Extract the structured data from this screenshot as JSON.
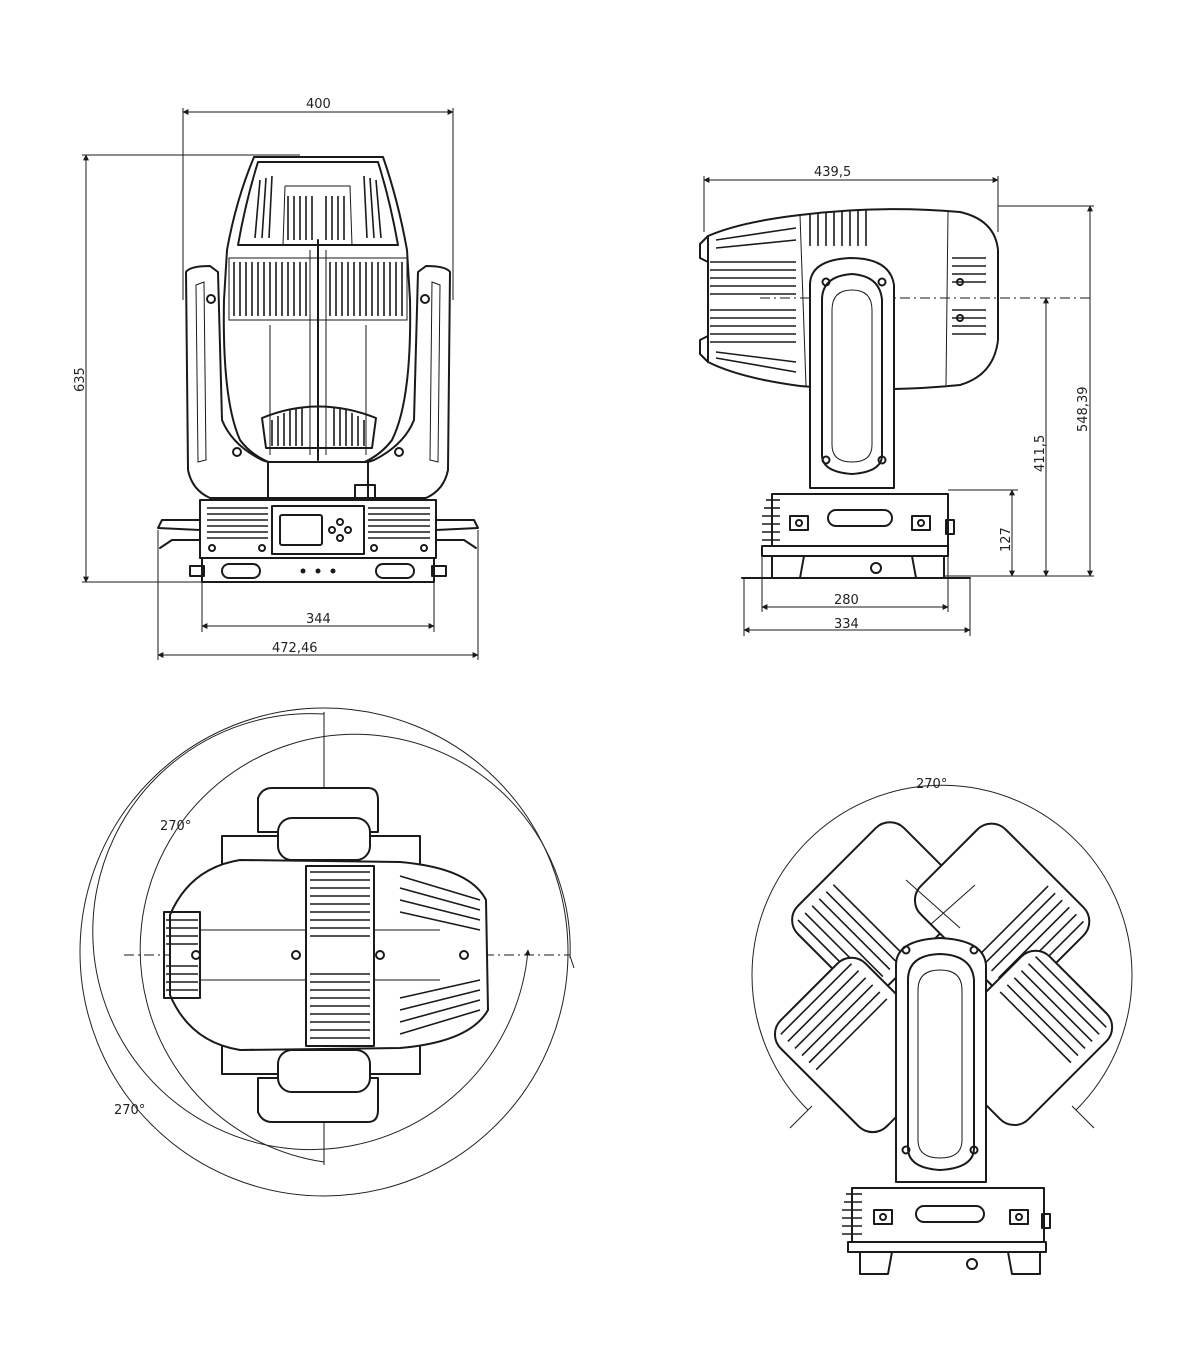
{
  "dimensions": {
    "front": {
      "overall_width": "400",
      "overall_height": "635",
      "base_width": "344",
      "handle_width": "472,46"
    },
    "side": {
      "head_depth": "439,5",
      "tilt_axis_height": "548,39",
      "yoke_height": "411,5",
      "base_height": "127",
      "base_depth": "280",
      "foot_depth": "334"
    },
    "top": {
      "pan_angle_upper": "270°",
      "pan_angle_lower": "270°"
    },
    "tilt": {
      "tilt_angle": "270°"
    }
  }
}
